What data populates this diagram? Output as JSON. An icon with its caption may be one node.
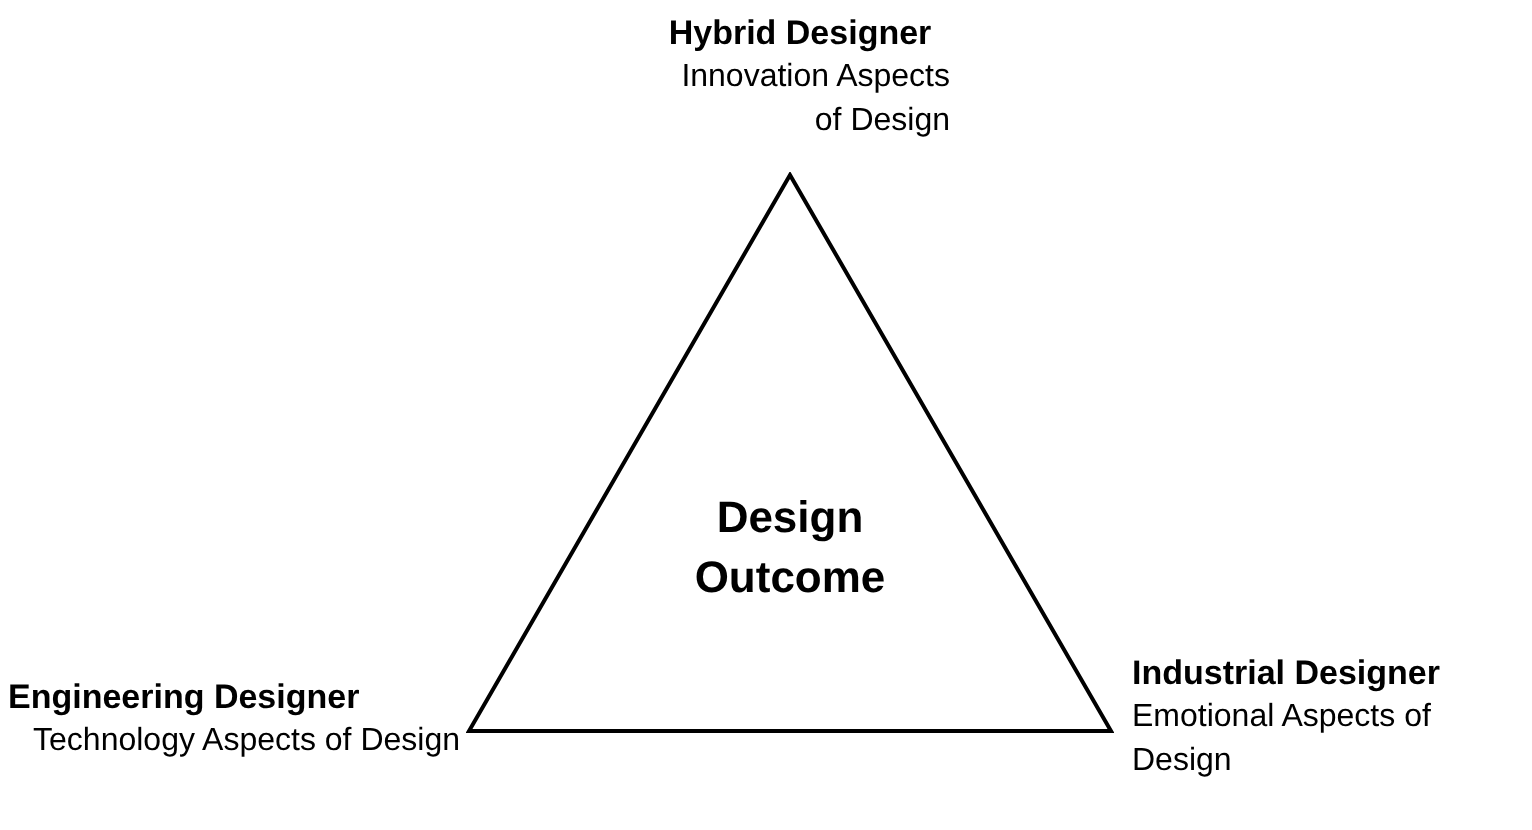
{
  "diagram": {
    "nodes": [
      {
        "text": [
          "Design Outcome"
        ]
      }
    ],
    "edges": [],
    "labels": [
      "Hybrid Designer",
      "Innovation Aspects of Design",
      "Engineering Designer",
      "Technology Aspects of Design",
      "Industrial Designer",
      "Emotional Aspects of Design"
    ]
  }
}
